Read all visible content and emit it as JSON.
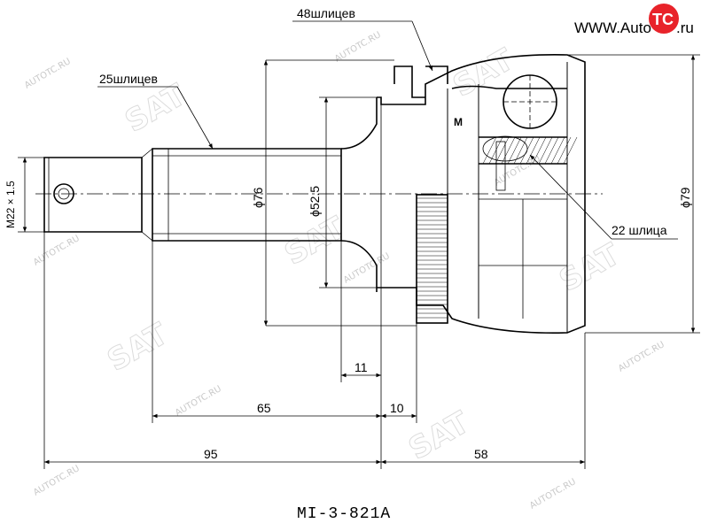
{
  "brand": {
    "prefix": "WWW.Auto",
    "badge": "TC",
    "suffix": ".ru",
    "badge_color": "#e8232a"
  },
  "watermark": {
    "text": "AUTOTC.RU",
    "logo": "SAT"
  },
  "labels": {
    "splines_48": "48шлицев",
    "splines_25": "25шлицев",
    "splines_22": "22 шлица",
    "marking": "M"
  },
  "dimensions": {
    "thread": "M22 × 1.5",
    "dia_76": "ϕ76",
    "dia_52_5": "ϕ52.5",
    "dia_79": "ϕ79",
    "len_11": "11",
    "len_65": "65",
    "len_10": "10",
    "len_95": "95",
    "len_58": "58"
  },
  "part_number": "MI-3-821A"
}
